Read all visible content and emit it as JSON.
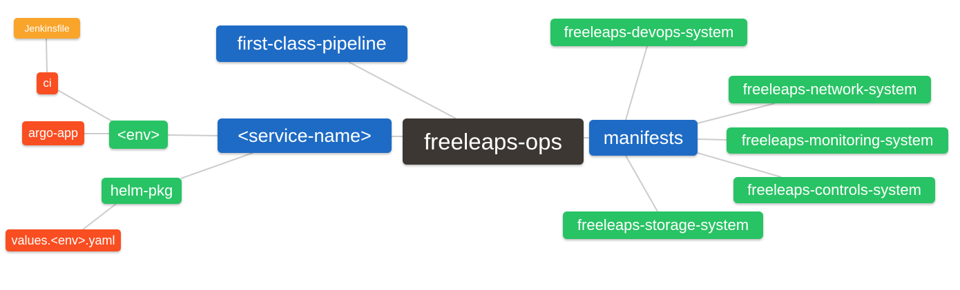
{
  "diagram": {
    "type": "mindmap",
    "root_label": "freeleaps-ops",
    "palette": {
      "blue": "#1E6BC5",
      "green": "#28C364",
      "red": "#F94E21",
      "orange": "#F9A42A",
      "dark": "#3C3732",
      "edge": "#CCCCCC",
      "text": "#FFFFFF",
      "background": "#FFFFFF"
    },
    "nodes": [
      {
        "id": "jenkinsfile",
        "label": "Jenkinsfile",
        "color_role": "orange"
      },
      {
        "id": "ci",
        "label": "ci",
        "color_role": "red"
      },
      {
        "id": "argo-app",
        "label": "argo-app",
        "color_role": "red"
      },
      {
        "id": "env",
        "label": "<env>",
        "color_role": "green"
      },
      {
        "id": "helm-pkg",
        "label": "helm-pkg",
        "color_role": "green"
      },
      {
        "id": "values-env-yaml",
        "label": "values.<env>.yaml",
        "color_role": "red"
      },
      {
        "id": "first-class-pipeline",
        "label": "first-class-pipeline",
        "color_role": "blue"
      },
      {
        "id": "service-name",
        "label": "<service-name>",
        "color_role": "blue"
      },
      {
        "id": "freeleaps-ops",
        "label": "freeleaps-ops",
        "color_role": "dark"
      },
      {
        "id": "manifests",
        "label": "manifests",
        "color_role": "blue"
      },
      {
        "id": "freeleaps-devops-system",
        "label": "freeleaps-devops-system",
        "color_role": "green"
      },
      {
        "id": "freeleaps-network-system",
        "label": "freeleaps-network-system",
        "color_role": "green"
      },
      {
        "id": "freeleaps-monitoring-system",
        "label": "freeleaps-monitoring-system",
        "color_role": "green"
      },
      {
        "id": "freeleaps-controls-system",
        "label": "freeleaps-controls-system",
        "color_role": "green"
      },
      {
        "id": "freeleaps-storage-system",
        "label": "freeleaps-storage-system",
        "color_role": "green"
      }
    ],
    "edges_semantic": [
      [
        "freeleaps-ops",
        "first-class-pipeline"
      ],
      [
        "freeleaps-ops",
        "service-name"
      ],
      [
        "freeleaps-ops",
        "manifests"
      ],
      [
        "service-name",
        "env"
      ],
      [
        "service-name",
        "helm-pkg"
      ],
      [
        "env",
        "ci"
      ],
      [
        "env",
        "argo-app"
      ],
      [
        "ci",
        "jenkinsfile"
      ],
      [
        "helm-pkg",
        "values-env-yaml"
      ],
      [
        "manifests",
        "freeleaps-devops-system"
      ],
      [
        "manifests",
        "freeleaps-network-system"
      ],
      [
        "manifests",
        "freeleaps-monitoring-system"
      ],
      [
        "manifests",
        "freeleaps-controls-system"
      ],
      [
        "manifests",
        "freeleaps-storage-system"
      ]
    ]
  }
}
